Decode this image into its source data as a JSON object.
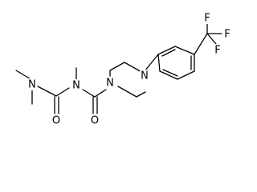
{
  "atoms": [
    {
      "id": "n_dimethyl",
      "label": "N"
    },
    {
      "id": "o_left",
      "label": "O"
    },
    {
      "id": "n_mid",
      "label": "N"
    },
    {
      "id": "o_right",
      "label": "O"
    },
    {
      "id": "n_pip1",
      "label": "N"
    },
    {
      "id": "n_pip4",
      "label": "N"
    },
    {
      "id": "f_top",
      "label": "F"
    },
    {
      "id": "f_right",
      "label": "F"
    },
    {
      "id": "f_bottom",
      "label": "F"
    }
  ]
}
